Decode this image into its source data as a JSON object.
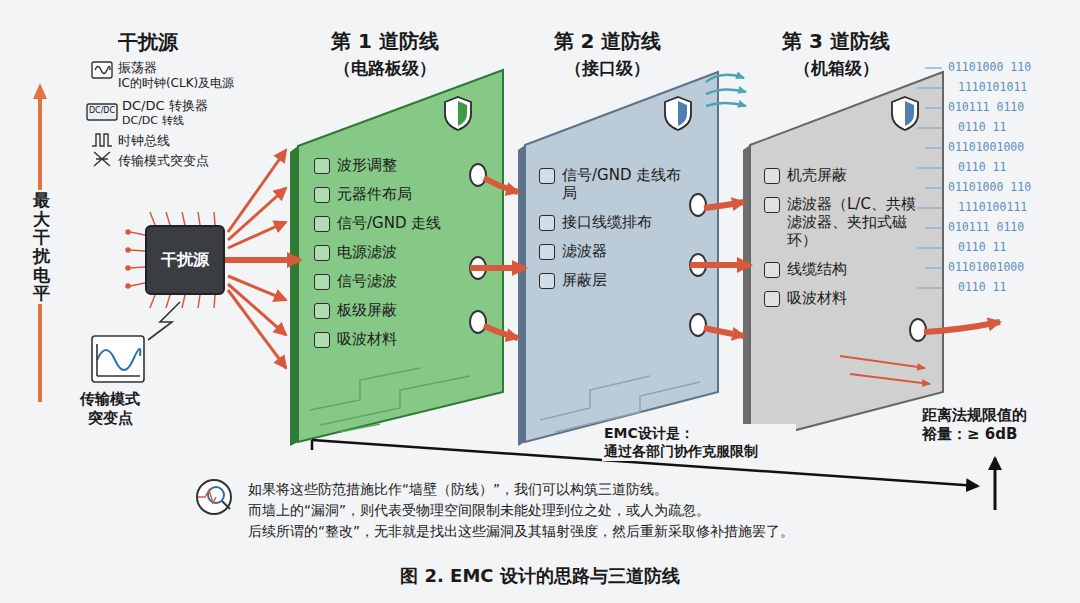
{
  "diagram": {
    "caption": "图 2. EMC 设计的思路与三道防线",
    "nodes": [
      {
        "text": [
          "干扰源"
        ]
      },
      {
        "text": [
          "第 1 道防线",
          "（电路板级）",
          "波形调整",
          "元器件布局",
          "信号/GND 走线",
          "电源滤波",
          "信号滤波",
          "板级屏蔽",
          "吸波材料"
        ]
      },
      {
        "text": [
          "第 2 道防线",
          "（接口级）",
          "信号/GND 走线布局",
          "接口线缆排布",
          "滤波器",
          "屏蔽层"
        ]
      },
      {
        "text": [
          "第 3 道防线",
          "（机箱级）",
          "机壳屏蔽",
          "滤波器（L/C、共模滤波器、夹扣式磁环）",
          "线缆结构",
          "吸波材料"
        ]
      }
    ],
    "edges": [
      {
        "from": 0,
        "to": 1,
        "arrow": "to"
      },
      {
        "from": 1,
        "to": 2,
        "arrow": "to"
      },
      {
        "from": 2,
        "to": 3,
        "arrow": "to"
      }
    ],
    "labels": [
      "干扰源",
      "振荡器",
      "IC的时钟(CLK)及电源",
      "DC/DC 转换器",
      "DC/DC 转线",
      "DC/DC",
      "时钟总线",
      "传输模式突变点",
      "最大干扰电平",
      "传输模式 突变点",
      "EMC设计是： 通过各部门协作克服限制",
      "距离法规限值的 裕量：≥ 6dB",
      "01101000 110",
      "1110101011",
      "010111 0110",
      "0110 11",
      "01101001000",
      "0110 11",
      "01101000 110",
      "1110100111",
      "010111 0110",
      "0110 11",
      "01101001000",
      "0110 11",
      "如果将这些防范措施比作“墙壁（防线）”，我们可以构筑三道防线。",
      "而墙上的“漏洞”，则代表受物理空间限制未能处理到位之处，或人为疏忽。",
      "后续所谓的“整改”，无非就是找出这些漏洞及其辐射强度，然后重新采取修补措施罢了。"
    ]
  }
}
